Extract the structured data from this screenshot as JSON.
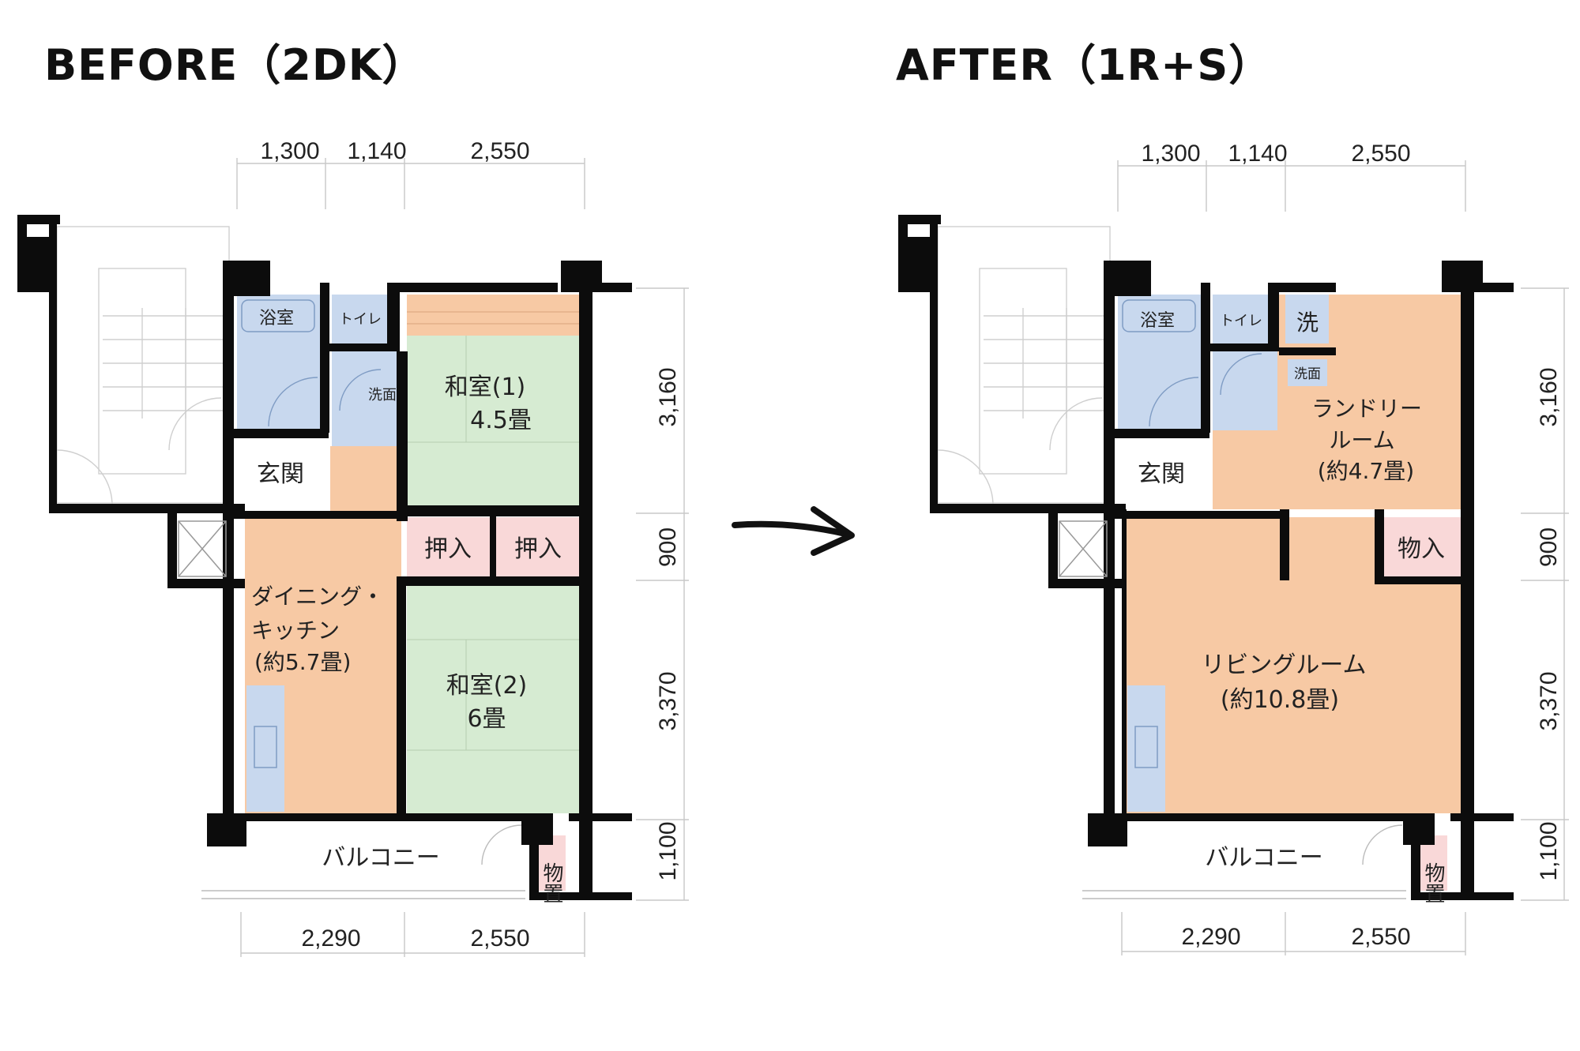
{
  "titles": {
    "before": "BEFORE（2DK）",
    "after": "AFTER（1R+S）"
  },
  "before": {
    "dims_top": [
      "1,300",
      "1,140",
      "2,550"
    ],
    "dims_bottom": [
      "2,290",
      "2,550"
    ],
    "dims_right": [
      "3,160",
      "900",
      "3,370",
      "1,100"
    ],
    "rooms": {
      "bath": "浴室",
      "toilet": "トイレ",
      "washbasin": "洗面",
      "entrance": "玄関",
      "washitsu1_name": "和室(1)",
      "washitsu1_size": "4.5畳",
      "closet1": "押入",
      "closet2": "押入",
      "dk_line1": "ダイニング・",
      "dk_line2": "キッチン",
      "dk_line3": "(約5.7畳)",
      "washitsu2_name": "和室(2)",
      "washitsu2_size": "6畳",
      "balcony": "バルコニー",
      "storage": "物置"
    }
  },
  "after": {
    "dims_top": [
      "1,300",
      "1,140",
      "2,550"
    ],
    "dims_bottom": [
      "2,290",
      "2,550"
    ],
    "dims_right": [
      "3,160",
      "900",
      "3,370",
      "1,100"
    ],
    "rooms": {
      "bath": "浴室",
      "toilet": "トイレ",
      "washer": "洗",
      "washbasin": "洗面",
      "entrance": "玄関",
      "laundry_line1": "ランドリー",
      "laundry_line2": "ルーム",
      "laundry_line3": "(約4.7畳)",
      "closet": "物入",
      "living_line1": "リビングルーム",
      "living_line2": "(約10.8畳)",
      "balcony": "バルコニー",
      "storage": "物置"
    }
  },
  "colors": {
    "wall": "#0c0c0c",
    "wet_area": "#c8d8ee",
    "tatami": "#d6ebd2",
    "wood_floor": "#f7c9a4",
    "closet": "#f9d8d8"
  },
  "icons": {
    "arrow": "arrow-right-icon"
  }
}
